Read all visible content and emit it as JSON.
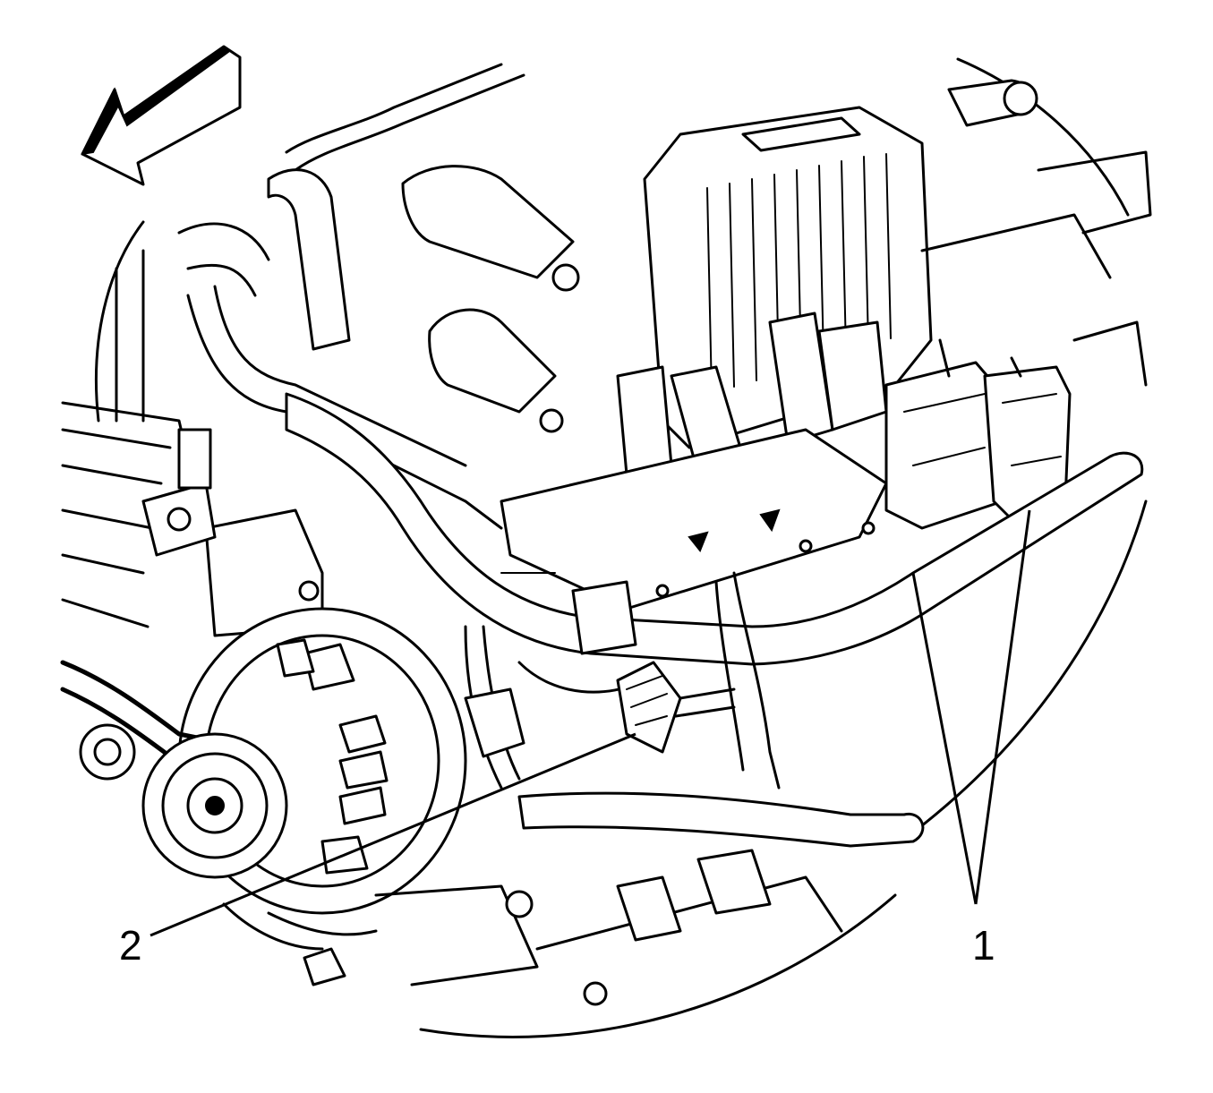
{
  "callouts": [
    {
      "id": "1",
      "label": "1"
    },
    {
      "id": "2",
      "label": "2"
    }
  ],
  "icons": {
    "direction_arrow": "front-arrow-icon"
  },
  "colors": {
    "line": "#000000",
    "background": "#ffffff"
  }
}
